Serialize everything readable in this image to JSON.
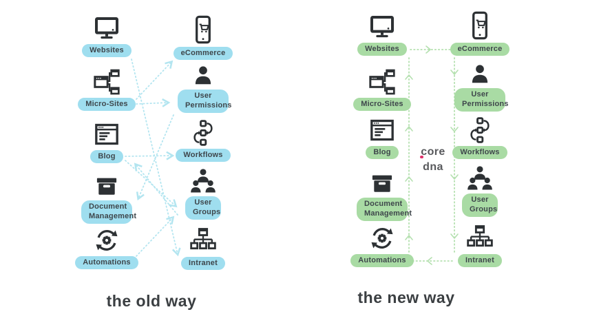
{
  "colors": {
    "old_pill": "#9fdeef",
    "old_line": "#b3e5f0",
    "new_pill": "#a9dba4",
    "new_line": "#b4e0af",
    "icon": "#2d3134",
    "pill_text": "#3e464b",
    "title_text": "#3b3f42",
    "logo_text": "#58595c",
    "logo_dot": "#e0336c"
  },
  "old_way": {
    "title": "the old way",
    "left_items": [
      {
        "label": "Websites",
        "icon": "monitor-icon"
      },
      {
        "label": "Micro-Sites",
        "icon": "sitemap-windows-icon"
      },
      {
        "label": "Blog",
        "icon": "browser-text-icon"
      },
      {
        "label": "Document Management",
        "icon": "archive-box-icon"
      },
      {
        "label": "Automations",
        "icon": "sync-gear-icon"
      }
    ],
    "right_items": [
      {
        "label": "eCommerce",
        "icon": "mobile-cart-icon"
      },
      {
        "label": "User Permissions",
        "icon": "user-icon"
      },
      {
        "label": "Workflows",
        "icon": "workflow-icon"
      },
      {
        "label": "User Groups",
        "icon": "user-group-icon"
      },
      {
        "label": "Intranet",
        "icon": "org-chart-icon"
      }
    ],
    "connections": [
      {
        "from": "Micro-Sites",
        "to": "User Permissions"
      },
      {
        "from": "Blog",
        "to": "Workflows"
      },
      {
        "from": "Micro-Sites",
        "to": "eCommerce"
      },
      {
        "from": "Websites",
        "to": "Intranet"
      },
      {
        "from": "Blog",
        "to": "User Groups"
      },
      {
        "from": "User Permissions",
        "to": "Document Management"
      },
      {
        "from": "User Groups",
        "to": "Blog"
      },
      {
        "from": "Automations",
        "to": "User Groups"
      }
    ]
  },
  "new_way": {
    "title": "the new way",
    "logo_text": "core dna",
    "left_items": [
      {
        "label": "Websites",
        "icon": "monitor-icon"
      },
      {
        "label": "Micro-Sites",
        "icon": "sitemap-windows-icon"
      },
      {
        "label": "Blog",
        "icon": "browser-text-icon"
      },
      {
        "label": "Document Management",
        "icon": "archive-box-icon"
      },
      {
        "label": "Automations",
        "icon": "sync-gear-icon"
      }
    ],
    "right_items": [
      {
        "label": "eCommerce",
        "icon": "mobile-cart-icon"
      },
      {
        "label": "User Permissions",
        "icon": "user-icon"
      },
      {
        "label": "Workflows",
        "icon": "workflow-icon"
      },
      {
        "label": "User Groups",
        "icon": "user-group-icon"
      },
      {
        "label": "Intranet",
        "icon": "org-chart-icon"
      }
    ],
    "flow": [
      "Automations",
      "Document Management",
      "Blog",
      "Micro-Sites",
      "Websites",
      "eCommerce",
      "User Permissions",
      "Workflows",
      "User Groups",
      "Intranet",
      "Automations"
    ]
  }
}
